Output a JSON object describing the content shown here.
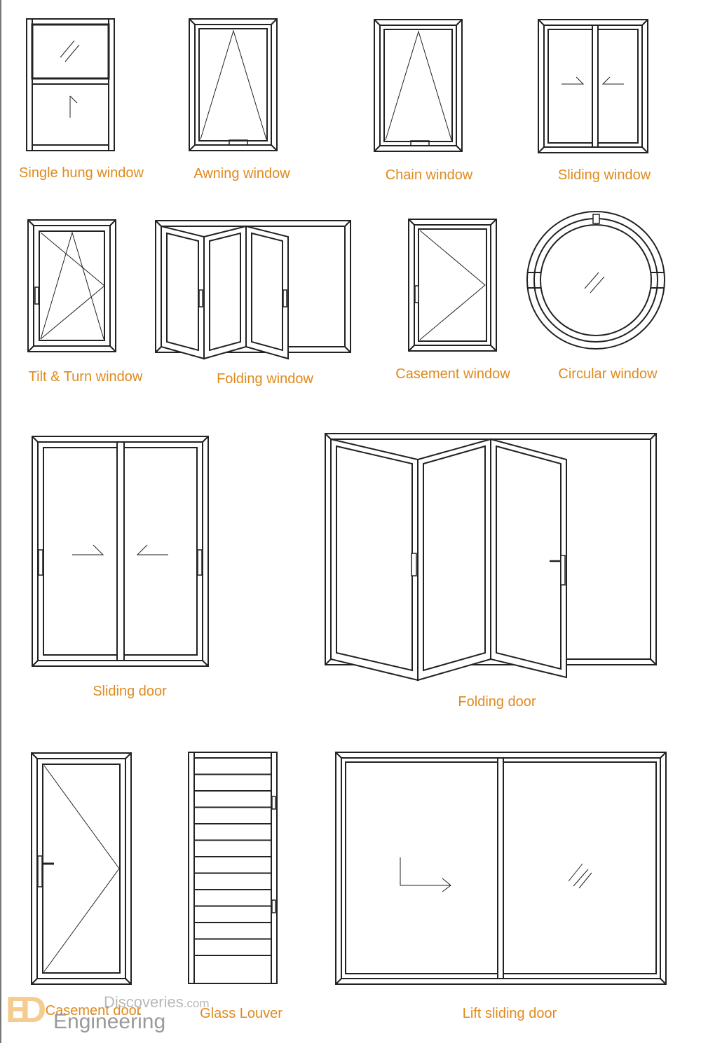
{
  "accent_color": "#e08a1e",
  "line_color": "#222222",
  "items": [
    {
      "id": "single-hung-window",
      "label": "Single hung window"
    },
    {
      "id": "awning-window",
      "label": "Awning window"
    },
    {
      "id": "chain-window",
      "label": "Chain window"
    },
    {
      "id": "sliding-window",
      "label": "Sliding window"
    },
    {
      "id": "tilt-turn-window",
      "label": "Tilt & Turn window"
    },
    {
      "id": "folding-window",
      "label": "Folding window"
    },
    {
      "id": "casement-window",
      "label": "Casement window"
    },
    {
      "id": "circular-window",
      "label": "Circular window"
    },
    {
      "id": "sliding-door",
      "label": "Sliding door"
    },
    {
      "id": "folding-door",
      "label": "Folding door"
    },
    {
      "id": "casement-door",
      "label": "Casement door"
    },
    {
      "id": "glass-louver",
      "label": "Glass Louver"
    },
    {
      "id": "lift-sliding-door",
      "label": "Lift sliding door"
    }
  ],
  "watermark": {
    "logo_letters": "ED",
    "line1": "Discoveries",
    "line1_suffix": ".com",
    "line2": "Engineering"
  }
}
